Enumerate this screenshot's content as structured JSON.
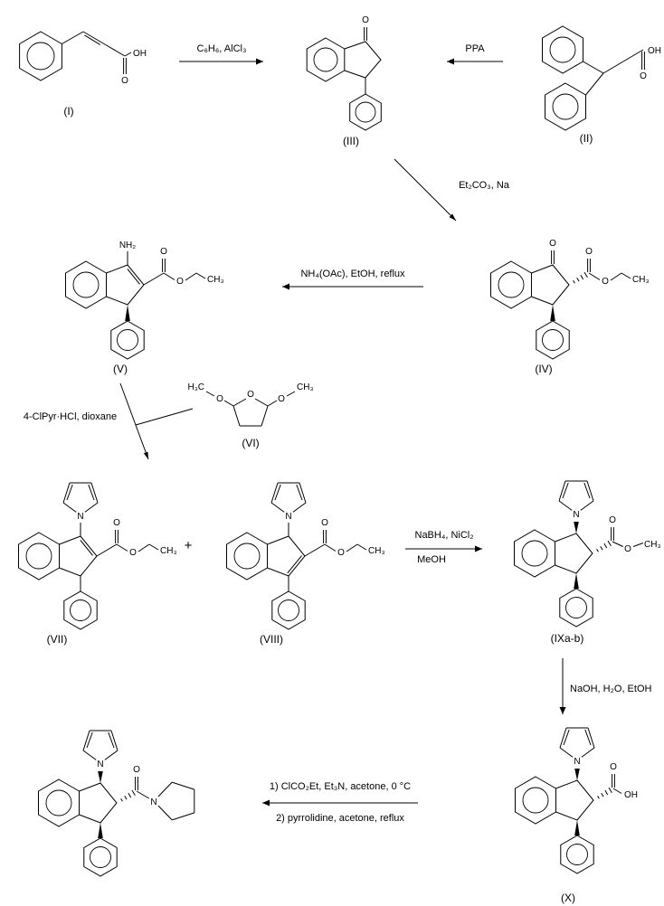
{
  "scheme": {
    "plus": "+",
    "compound_labels": {
      "i": "(I)",
      "ii": "(II)",
      "iii": "(III)",
      "iv": "(IV)",
      "v": "(V)",
      "vi": "(VI)",
      "vii": "(VII)",
      "viii": "(VIII)",
      "ixab": "(IXa-b)",
      "x": "(X)"
    },
    "reagents": {
      "step1": "C₆H₆, AlCl₃",
      "step2": "PPA",
      "step3": "Et₂CO₃, Na",
      "step4": "NH₄(OAc), EtOH, reflux",
      "step5": "4-ClPyr·HCl, dioxane",
      "step6_line1": "NaBH₄, NiCl₂",
      "step6_line2": "MeOH",
      "step7": "NaOH, H₂O, EtOH",
      "step8_line1": "1) ClCO₂Et, Et₃N, acetone, 0 °C",
      "step8_line2": "2) pyrrolidine, acetone, reflux"
    },
    "atoms": {
      "O": "O",
      "OH": "OH",
      "N": "N",
      "NH2": "NH₂",
      "CH3": "CH₃",
      "H3C": "H₃C"
    }
  }
}
